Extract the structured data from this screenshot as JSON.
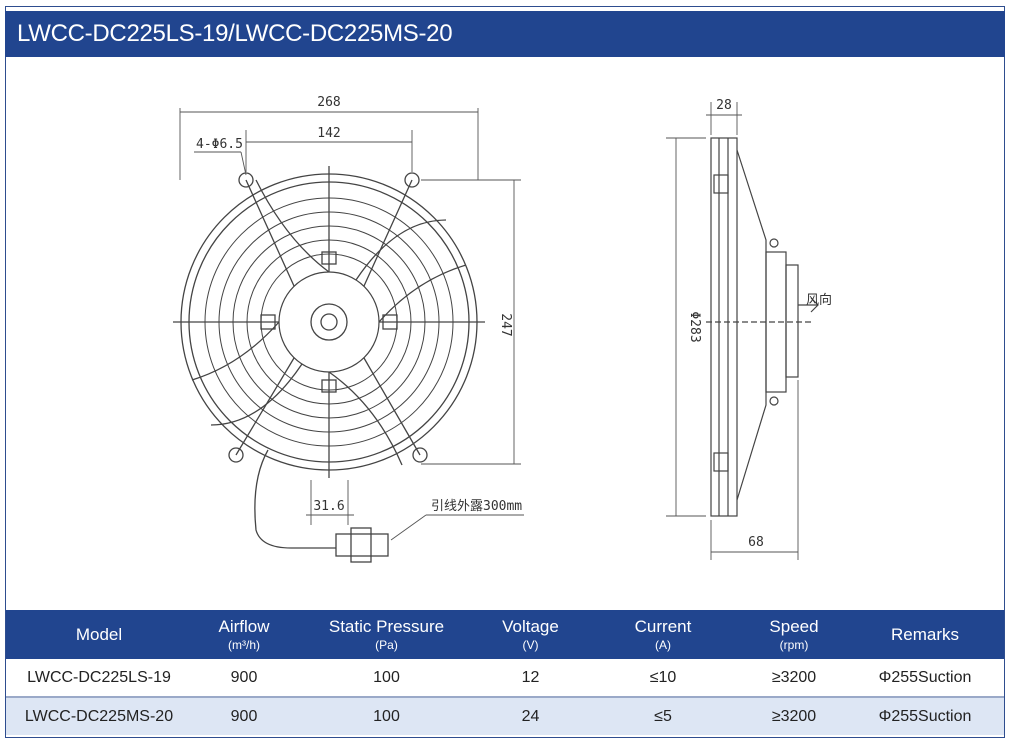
{
  "title": "LWCC-DC225LS-19/LWCC-DC225MS-20",
  "drawing": {
    "dim_overall_width": "268",
    "dim_hole_spacing": "142",
    "dim_holes": "4-Φ6.5",
    "dim_height": "247",
    "dim_bottom": "31.6",
    "dim_lead_note": "引线外露300mm",
    "dim_depth_top": "28",
    "dim_diameter": "Φ283",
    "dim_airflow_label": "风向",
    "dim_depth_bottom": "68"
  },
  "table": {
    "headers": [
      {
        "label": "Model",
        "unit": ""
      },
      {
        "label": "Airflow",
        "unit": "(m³/h)"
      },
      {
        "label": "Static Pressure",
        "unit": "(Pa)"
      },
      {
        "label": "Voltage",
        "unit": "(V)"
      },
      {
        "label": "Current",
        "unit": "(A)"
      },
      {
        "label": "Speed",
        "unit": "(rpm)"
      },
      {
        "label": "Remarks",
        "unit": ""
      }
    ],
    "rows": [
      [
        "LWCC-DC225LS-19",
        "900",
        "100",
        "12",
        "≤10",
        "≥3200",
        "Φ255Suction"
      ],
      [
        "LWCC-DC225MS-20",
        "900",
        "100",
        "24",
        "≤5",
        "≥3200",
        "Φ255Suction"
      ]
    ]
  }
}
